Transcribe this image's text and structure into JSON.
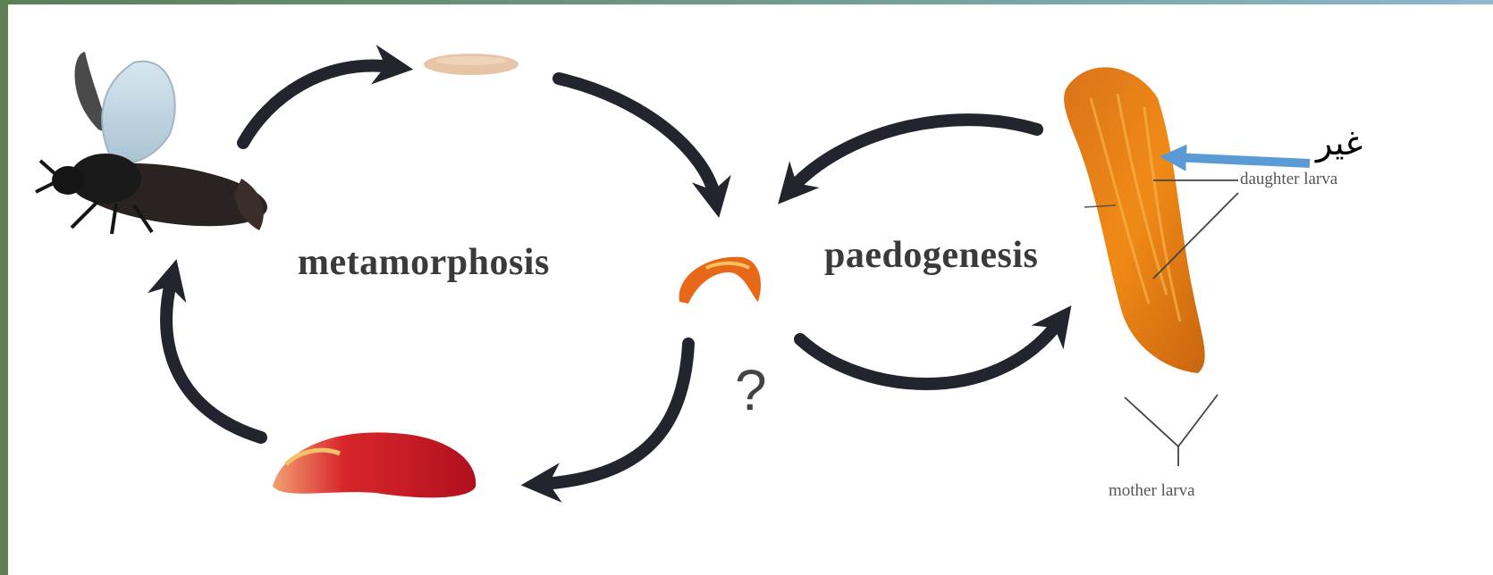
{
  "labels": {
    "metamorphosis": "metamorphosis",
    "paedogenesis": "paedogenesis",
    "question": "?",
    "daughter_larva": "daughter larva",
    "mother_larva": "mother larva",
    "arabic_note": "غير"
  },
  "icons": {
    "adult": "adult-midge-icon",
    "egg": "egg-icon",
    "young_larva": "young-larva-icon",
    "pupa": "pupa-icon",
    "mother_larva": "mother-larva-icon"
  },
  "colors": {
    "arrow": "#22252d",
    "pointer_arrow": "#5b9bd5",
    "frame": "#5f7f57",
    "larva_orange": "#e07a12",
    "pupa_red": "#c8192a"
  }
}
